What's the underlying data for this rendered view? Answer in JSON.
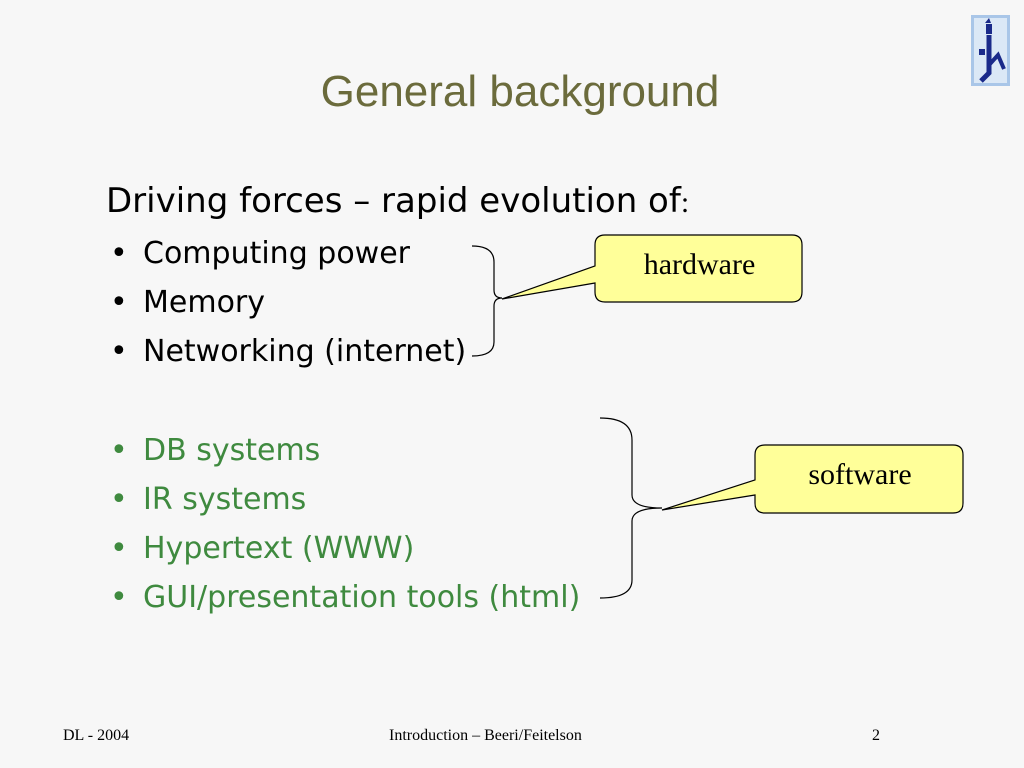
{
  "slide": {
    "title": "General background",
    "heading": {
      "text": "Driving forces – rapid evolution of",
      "colon": ":"
    },
    "bullet_glyph": "•",
    "hardware_items": [
      "Computing power",
      "Memory",
      "Networking (internet)"
    ],
    "software_items": [
      "DB systems",
      "IR systems",
      "Hypertext (WWW)",
      "GUI/presentation tools (html)"
    ],
    "callouts": {
      "hardware": "hardware",
      "software": "software"
    },
    "logo_icon": "university-logo-icon",
    "colors": {
      "title": "#6b6b3c",
      "software_text": "#3f8a3f",
      "callout_fill": "#ffff99",
      "background": "#f7f7f7"
    }
  },
  "footer": {
    "left": "DL - 2004",
    "center": "Introduction –  Beeri/Feitelson",
    "page": "2"
  }
}
